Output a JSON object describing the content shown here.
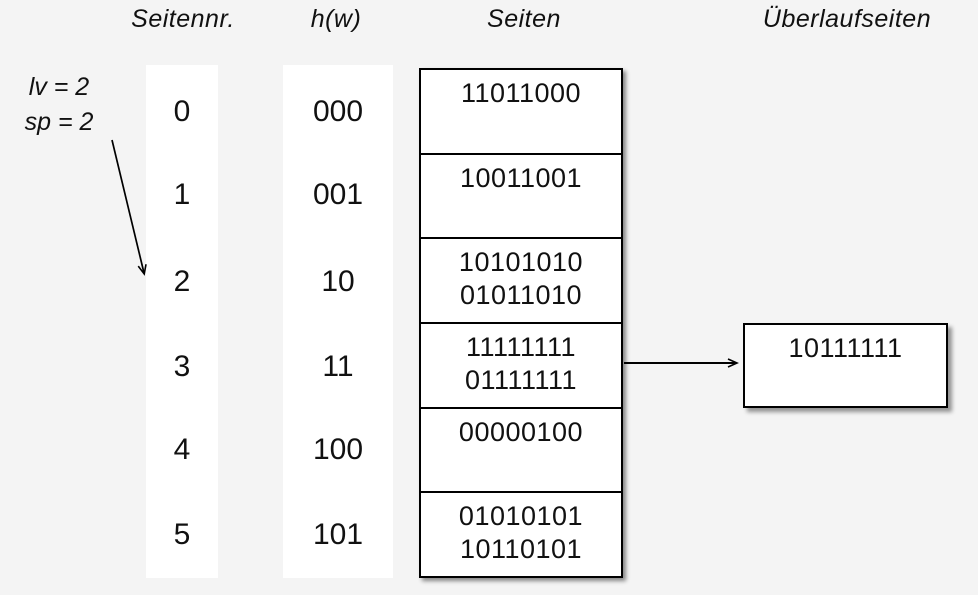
{
  "colors": {
    "background": "#f4f4f4",
    "box_fill": "#ffffff",
    "stroke": "#000000",
    "text": "#111111"
  },
  "headers": {
    "seitennr": "Seitennr.",
    "hw": "h(w)",
    "seiten": "Seiten",
    "ueberlauf": "Überlaufseiten"
  },
  "annotation": {
    "line1": "lv = 2",
    "line2": "sp = 2",
    "points_to_page": "2"
  },
  "table": {
    "rows": [
      {
        "nr": "0",
        "hw": "000",
        "lines": [
          "11011000"
        ]
      },
      {
        "nr": "1",
        "hw": "001",
        "lines": [
          "10011001"
        ]
      },
      {
        "nr": "2",
        "hw": "10",
        "lines": [
          "10101010",
          "01011010"
        ]
      },
      {
        "nr": "3",
        "hw": "11",
        "lines": [
          "11111111",
          "01111111"
        ]
      },
      {
        "nr": "4",
        "hw": "100",
        "lines": [
          "00000100"
        ]
      },
      {
        "nr": "5",
        "hw": "101",
        "lines": [
          "01010101",
          "10110101"
        ]
      }
    ]
  },
  "overflow": {
    "value": "10111111",
    "linked_from_row": "3"
  }
}
